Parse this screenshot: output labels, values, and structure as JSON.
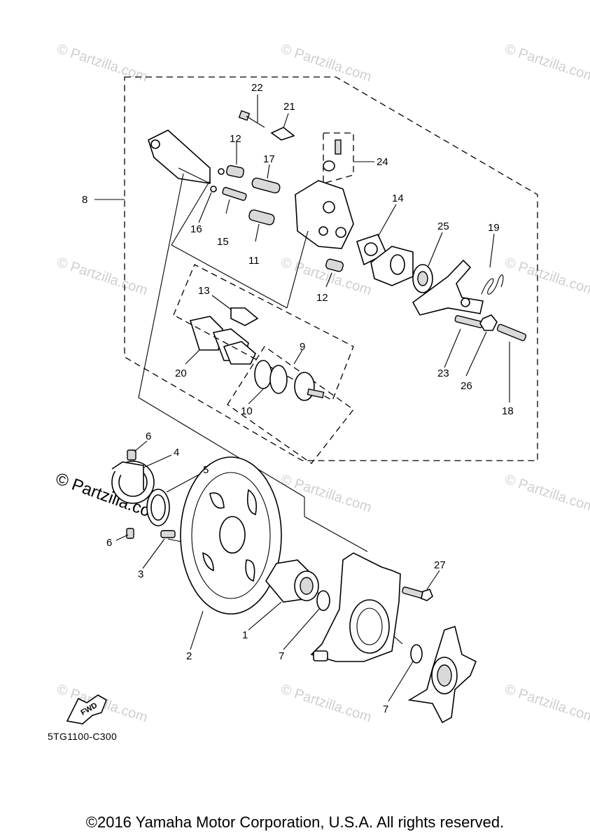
{
  "watermark": {
    "text": "© Partzilla.com",
    "logo_text": "© Partzilla.com"
  },
  "fwd_label": "FWD",
  "diagram_code": "5TG1100-C300",
  "copyright": "©2016 Yamaha Motor Corporation, U.S.A. All rights reserved.",
  "callouts": [
    {
      "id": "22",
      "text": "22"
    },
    {
      "id": "21",
      "text": "21"
    },
    {
      "id": "24",
      "text": "24"
    },
    {
      "id": "12a",
      "text": "12"
    },
    {
      "id": "17",
      "text": "17"
    },
    {
      "id": "8",
      "text": "8"
    },
    {
      "id": "16",
      "text": "16"
    },
    {
      "id": "15",
      "text": "15"
    },
    {
      "id": "11",
      "text": "11"
    },
    {
      "id": "14",
      "text": "14"
    },
    {
      "id": "25",
      "text": "25"
    },
    {
      "id": "19",
      "text": "19"
    },
    {
      "id": "12b",
      "text": "12"
    },
    {
      "id": "13",
      "text": "13"
    },
    {
      "id": "20",
      "text": "20"
    },
    {
      "id": "9",
      "text": "9"
    },
    {
      "id": "10",
      "text": "10"
    },
    {
      "id": "23",
      "text": "23"
    },
    {
      "id": "26",
      "text": "26"
    },
    {
      "id": "18",
      "text": "18"
    },
    {
      "id": "6a",
      "text": "6"
    },
    {
      "id": "4",
      "text": "4"
    },
    {
      "id": "5",
      "text": "5"
    },
    {
      "id": "6b",
      "text": "6"
    },
    {
      "id": "3",
      "text": "3"
    },
    {
      "id": "1",
      "text": "1"
    },
    {
      "id": "2",
      "text": "2"
    },
    {
      "id": "7a",
      "text": "7"
    },
    {
      "id": "7b",
      "text": "7"
    },
    {
      "id": "27",
      "text": "27"
    }
  ]
}
